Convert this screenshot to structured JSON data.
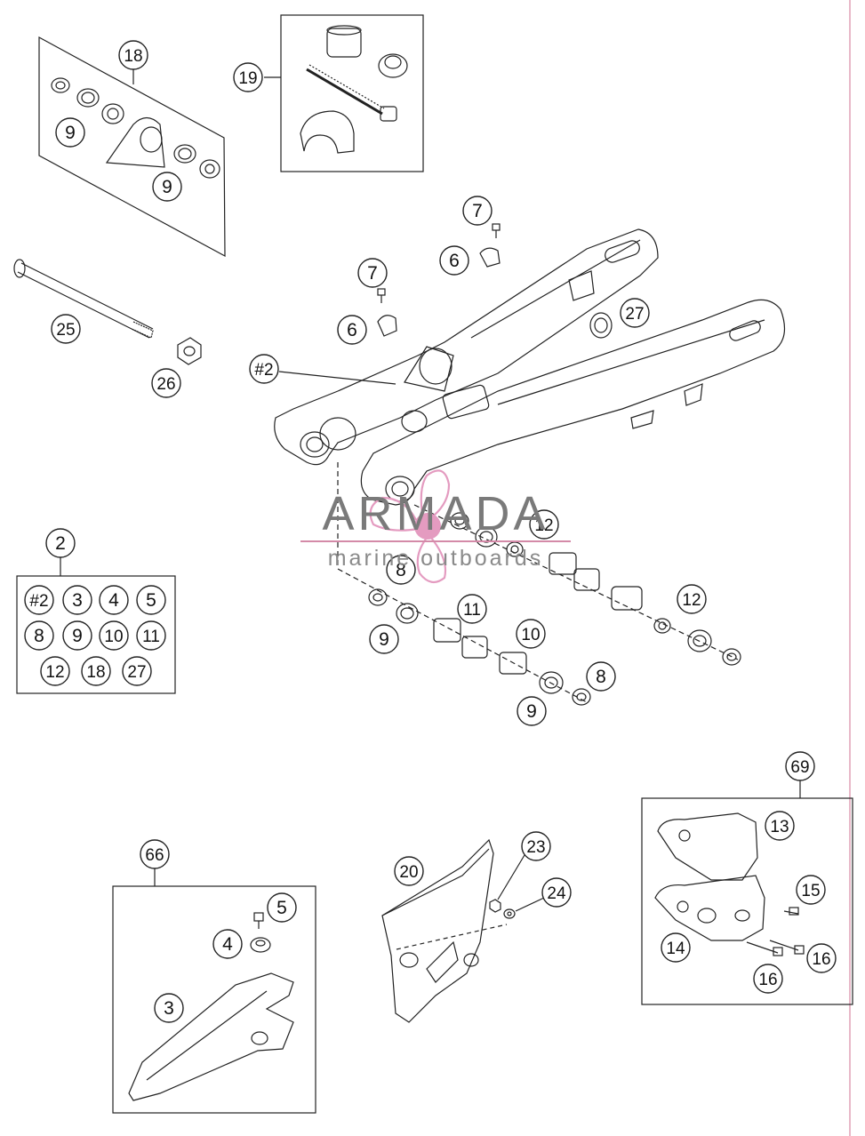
{
  "colors": {
    "line": "#222222",
    "watermark_pink": "#e49bc0",
    "watermark_grey": "#7a7a7a",
    "edge": "#e8b8c8"
  },
  "watermark": {
    "brand": "ARMADA",
    "tagline": "marine outboards"
  },
  "callouts": {
    "kit18": "18",
    "kit18_p9a": "9",
    "kit18_p9b": "9",
    "kit19": "19",
    "axle25": "25",
    "nut26": "26",
    "bolt7a": "7",
    "clip6a": "6",
    "bolt7b": "7",
    "clip6b": "6",
    "ring27": "27",
    "arm2": "#2",
    "bear12a": "12",
    "bear8a": "8",
    "bear9a": "9",
    "bear11": "11",
    "bear10": "10",
    "bear12b": "12",
    "bear8b": "8",
    "bear9b": "9",
    "kit66": "66",
    "p5": "5",
    "p4": "4",
    "p3": "3",
    "p20": "20",
    "p23": "23",
    "p24": "24",
    "kit69": "69",
    "p13": "13",
    "p14": "14",
    "p15": "15",
    "p16a": "16",
    "p16b": "16"
  },
  "kit2": {
    "label": "2",
    "items": [
      "#2",
      "3",
      "4",
      "5",
      "8",
      "9",
      "10",
      "11",
      "12",
      "18",
      "27"
    ]
  }
}
